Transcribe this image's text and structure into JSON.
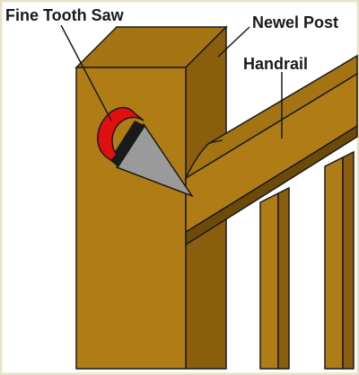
{
  "labels": {
    "saw": "Fine Tooth Saw",
    "newel_post": "Newel Post",
    "handrail": "Handrail"
  },
  "colors": {
    "border": "#e8e3c8",
    "wood_front": "#b07c16",
    "wood_side": "#8a5e0c",
    "wood_top": "#a47412",
    "wood_dark": "#6e4a08",
    "saw_blade": "#9a9a9a",
    "saw_handle": "#e01010",
    "outline": "#1a1a1a"
  }
}
